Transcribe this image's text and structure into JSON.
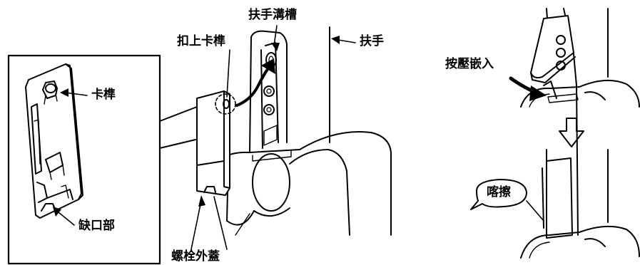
{
  "labels": {
    "groove": "扶手溝槽",
    "hook_up": "扣上卡榫",
    "armrest": "扶手",
    "latch": "卡榫",
    "notch": "缺口部",
    "bolt_cover": "螺栓外蓋",
    "press_in": "按壓嵌入",
    "click": "喀擦"
  }
}
